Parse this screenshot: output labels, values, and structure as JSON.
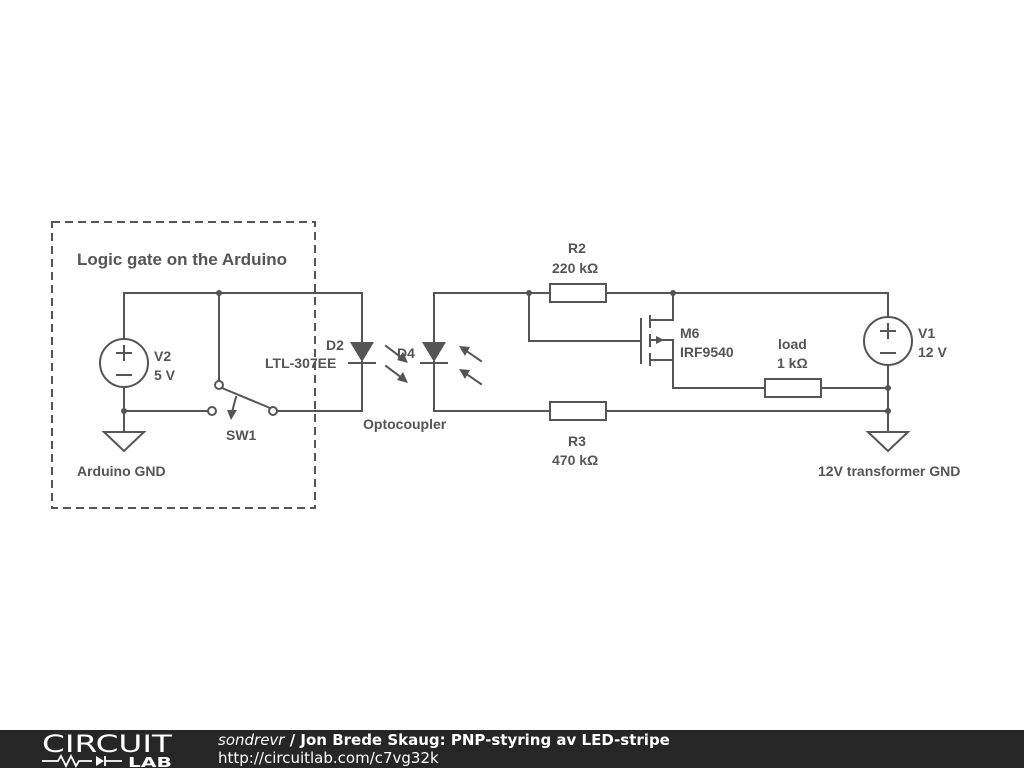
{
  "schematic": {
    "group_box_label": "Logic gate on the Arduino",
    "components": {
      "v2": {
        "ref": "V2",
        "value": "5 V"
      },
      "sw1": {
        "ref": "SW1"
      },
      "d2": {
        "ref": "D2",
        "value": "LTL-307EE"
      },
      "d4": {
        "ref": "D4"
      },
      "optocoupler": {
        "label": "Optocoupler"
      },
      "r2": {
        "ref": "R2",
        "value": "220 kΩ"
      },
      "r3": {
        "ref": "R3",
        "value": "470 kΩ"
      },
      "m6": {
        "ref": "M6",
        "value": "IRF9540"
      },
      "load": {
        "ref": "load",
        "value": "1 kΩ"
      },
      "v1": {
        "ref": "V1",
        "value": "12 V"
      }
    },
    "grounds": {
      "arduino": "Arduino GND",
      "transformer": "12V transformer GND"
    },
    "colors": {
      "wire": "#555555",
      "background": "#ffffff",
      "footer": "#262626"
    }
  },
  "footer": {
    "logo_top": "CIRCUIT",
    "logo_bottom": "LAB",
    "author": "sondrevr",
    "separator": " / ",
    "title": "Jon Brede Skaug: PNP-styring av LED-stripe",
    "url": "http://circuitlab.com/c7vg32k"
  }
}
